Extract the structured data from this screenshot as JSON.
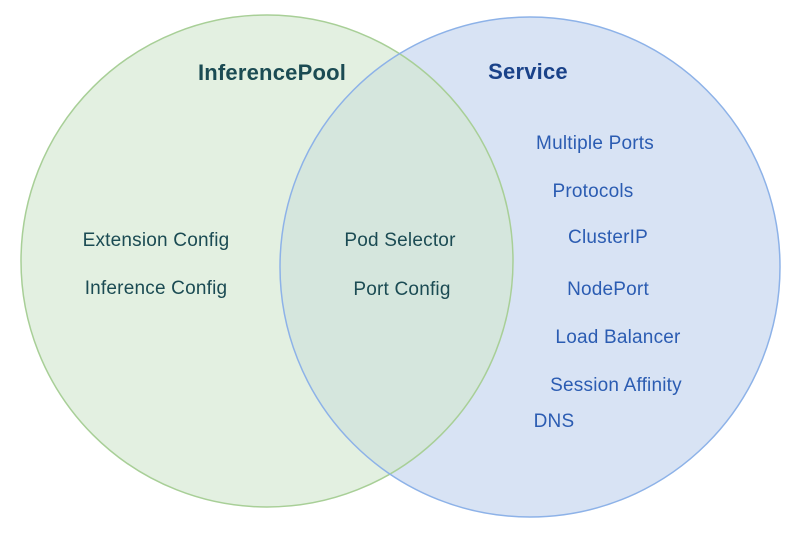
{
  "diagram": {
    "type": "venn",
    "left_circle": {
      "label": "InferencePool",
      "items": [
        "Extension Config",
        "Inference Config"
      ],
      "fill_color": "#e3f0e1",
      "stroke_color": "#a8cf97",
      "text_color": "#1b4b53"
    },
    "right_circle": {
      "label": "Service",
      "items": [
        "Multiple Ports",
        "Protocols",
        "ClusterIP",
        "NodePort",
        "Load Balancer",
        "Session Affinity",
        "DNS"
      ],
      "fill_color": "#d8e3f4",
      "stroke_color": "#8db2e8",
      "title_color": "#1a4289",
      "text_color": "#2b5cb2"
    },
    "intersection": {
      "items": [
        "Pod Selector",
        "Port Config"
      ],
      "fill_color": "#d5e6dd",
      "text_color": "#1b4b53"
    }
  }
}
